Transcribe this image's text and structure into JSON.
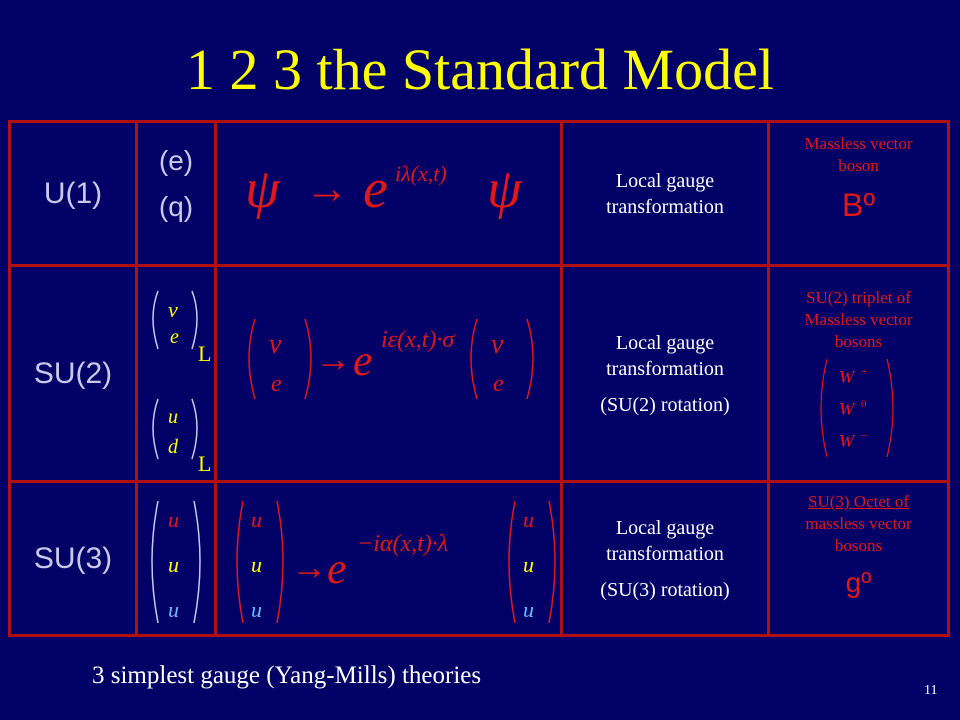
{
  "slide": {
    "title": "1 2 3 the Standard Model",
    "footer": "3 simplest gauge (Yang-Mills) theories",
    "page_number": "11"
  },
  "rows": [
    {
      "group": "U(1)",
      "charges": [
        "(e)",
        "(q)"
      ],
      "equation": {
        "psi": "ψ",
        "arrow": "→",
        "e": "e",
        "exponent": "iλ(x,t)"
      },
      "description": [
        "Local gauge",
        "transformation"
      ],
      "sub_description": "",
      "boson_label": [
        "Massless vector",
        "boson"
      ],
      "boson_symbol": "Bº"
    },
    {
      "group": "SU(2)",
      "doublets": [
        [
          "ν",
          "e",
          "L"
        ],
        [
          "u",
          "d",
          "L"
        ]
      ],
      "equation": {
        "top": "ν",
        "bottom": "e",
        "arrow": "→",
        "e": "e",
        "exponent": "iε(x,t)·σ"
      },
      "description": [
        "Local gauge",
        "transformation"
      ],
      "sub_description": "(SU(2) rotation)",
      "boson_label": [
        "SU(2) triplet of",
        "Massless vector",
        "bosons"
      ],
      "boson_triplet": [
        "W",
        "W",
        "W"
      ],
      "boson_charges": [
        "+",
        "0",
        "−"
      ]
    },
    {
      "group": "SU(3)",
      "triplet": [
        "u",
        "u",
        "u"
      ],
      "equation": {
        "vec": [
          "u",
          "u",
          "u"
        ],
        "arrow": "→",
        "e": "e",
        "exponent": "−iα(x,t)·λ"
      },
      "description": [
        "Local gauge",
        "transformation"
      ],
      "sub_description": "(SU(3) rotation)",
      "boson_label": [
        "SU(3) Octet of",
        "massless vector",
        "bosons"
      ],
      "boson_symbol": "gº"
    }
  ],
  "colors": {
    "background": "#000066",
    "title": "#ffff00",
    "grid": "#b01010",
    "red": "#e01818",
    "yellow": "#ffff00",
    "blue": "#6ab8ff"
  }
}
